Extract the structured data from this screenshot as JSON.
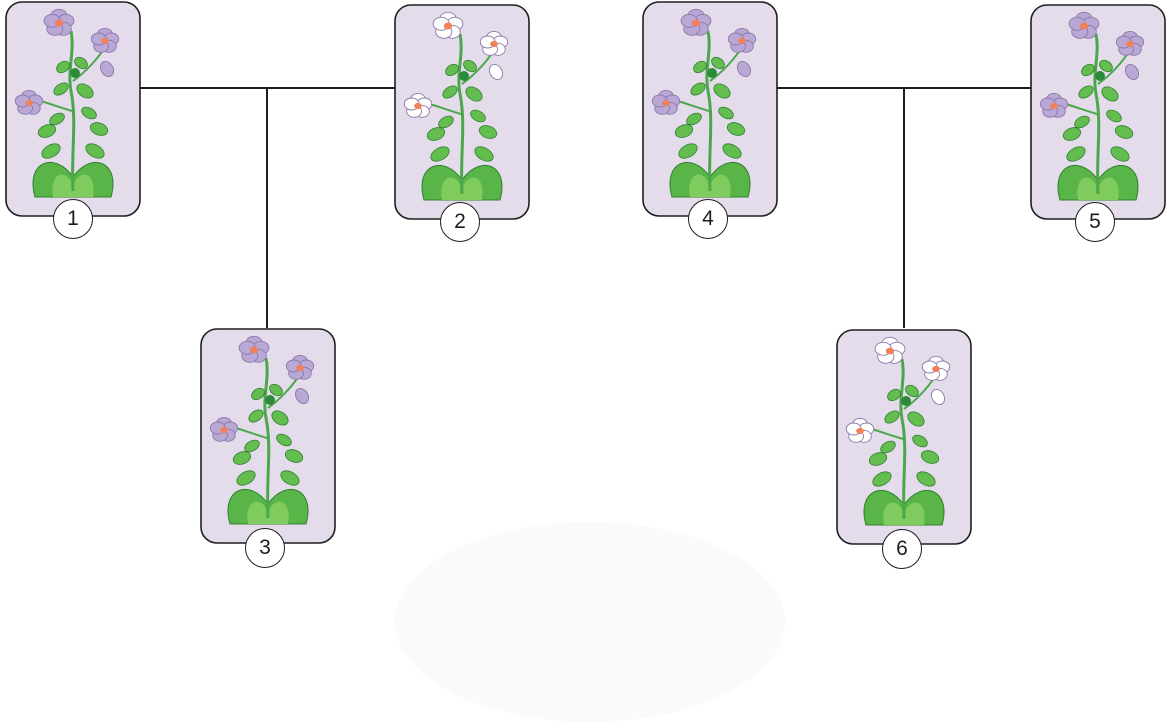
{
  "colors": {
    "card_fill": "#e4dbeb",
    "line": "#1e1e1e",
    "flower_purple": "#b9a7d6",
    "flower_white": "#ffffff",
    "stem": "#4aa84a"
  },
  "crosses": [
    {
      "parents": [
        {
          "label": "1",
          "flower_color": "purple"
        },
        {
          "label": "2",
          "flower_color": "white"
        }
      ],
      "offspring": {
        "label": "3",
        "flower_color": "purple"
      }
    },
    {
      "parents": [
        {
          "label": "4",
          "flower_color": "purple"
        },
        {
          "label": "5",
          "flower_color": "purple"
        }
      ],
      "offspring": {
        "label": "6",
        "flower_color": "white"
      }
    }
  ]
}
